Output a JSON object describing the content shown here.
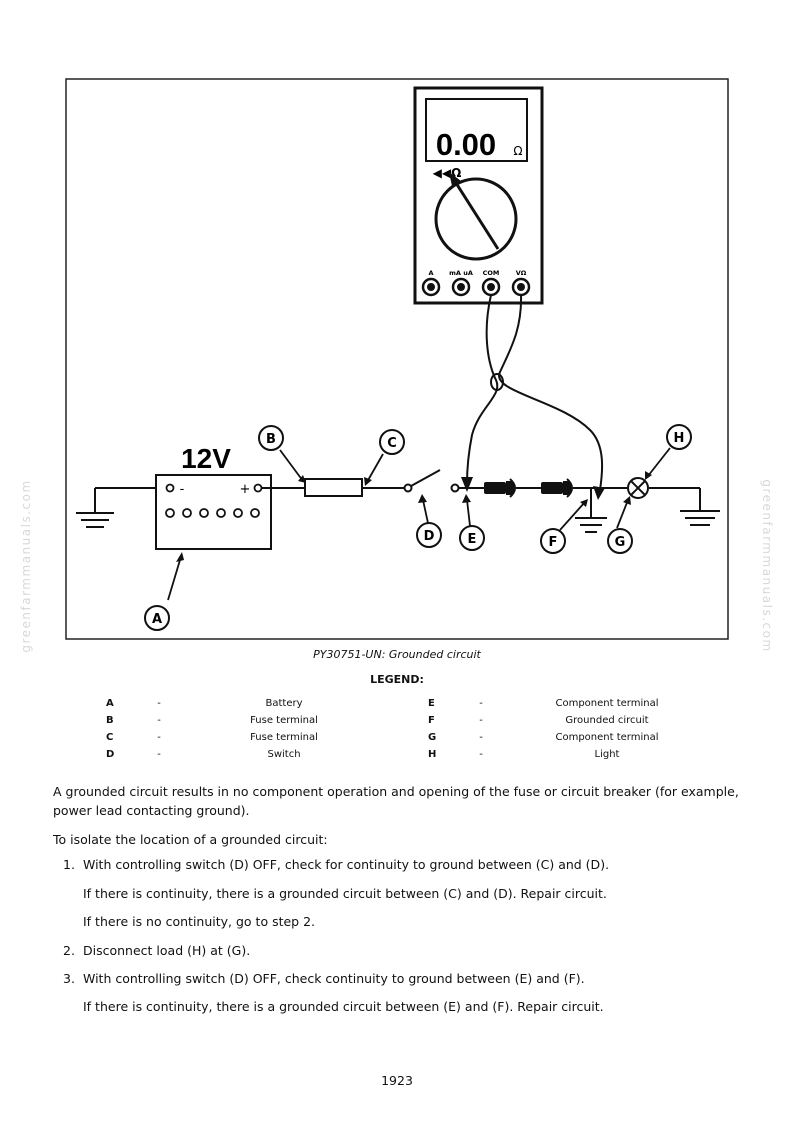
{
  "watermark": "greenfarmmanuals.com",
  "figure": {
    "meter_reading": "0.00",
    "meter_unit": "Ω",
    "dial_symbol": "◀◀Ω",
    "jacks": [
      "A",
      "mA uA",
      "COM",
      "VΩ"
    ],
    "battery_label": "12V",
    "battery_minus": "-",
    "battery_plus": "+",
    "callouts": [
      "A",
      "B",
      "C",
      "D",
      "E",
      "F",
      "G",
      "H"
    ]
  },
  "caption": "PY30751-UN: Grounded circuit",
  "legend_title": "LEGEND:",
  "legend": [
    {
      "key": "A",
      "dash": "-",
      "desc": "Battery"
    },
    {
      "key": "B",
      "dash": "-",
      "desc": "Fuse terminal"
    },
    {
      "key": "C",
      "dash": "-",
      "desc": "Fuse terminal"
    },
    {
      "key": "D",
      "dash": "-",
      "desc": "Switch"
    },
    {
      "key": "E",
      "dash": "-",
      "desc": "Component terminal"
    },
    {
      "key": "F",
      "dash": "-",
      "desc": "Grounded circuit"
    },
    {
      "key": "G",
      "dash": "-",
      "desc": "Component terminal"
    },
    {
      "key": "H",
      "dash": "-",
      "desc": "Light"
    }
  ],
  "intro": "A grounded circuit results in no component operation and opening of the fuse or circuit breaker (for example, power lead contacting ground).",
  "isolate": "To isolate the location of a grounded circuit:",
  "steps": [
    {
      "num": "1.",
      "text": "With controlling switch (D) OFF, check for continuity to ground between (C) and (D)."
    },
    {
      "num": "",
      "text": "If there is continuity, there is a grounded circuit between (C) and (D). Repair circuit."
    },
    {
      "num": "",
      "text": "If there is no continuity, go to step 2."
    },
    {
      "num": "2.",
      "text": "Disconnect load (H) at (G)."
    },
    {
      "num": "3.",
      "text": "With controlling switch (D) OFF, check continuity to ground between (E) and (F)."
    },
    {
      "num": "",
      "text": "If there is continuity, there is a grounded circuit between (E) and (F). Repair circuit."
    }
  ],
  "page_number": "1923"
}
